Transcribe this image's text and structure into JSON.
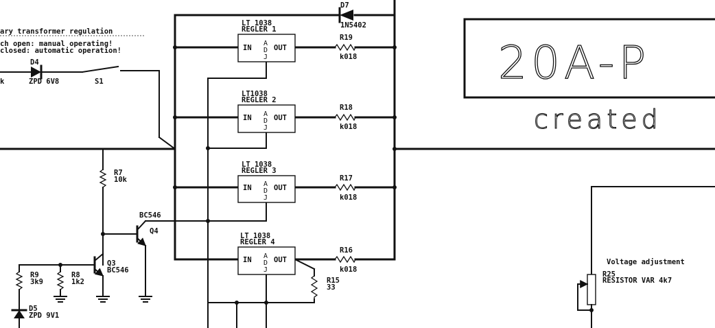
{
  "notes": {
    "title": "ary transformer regulation",
    "line1": "ch open: manual operating!",
    "line2": " closed: automatic operation!",
    "k_fragment": "k"
  },
  "regulators": [
    {
      "type": "LT 1038",
      "name": "REGLER 1",
      "in": "IN",
      "out": "OUT",
      "adj": [
        "A",
        "D",
        "J"
      ],
      "res_ref": "R19",
      "res_val": "k018"
    },
    {
      "type": "LT1038",
      "name": "REGLER 2",
      "in": "IN",
      "out": "OUT",
      "adj": [
        "A",
        "D",
        "J"
      ],
      "res_ref": "R18",
      "res_val": "k018"
    },
    {
      "type": "LT 1038",
      "name": "REGLER 3",
      "in": "IN",
      "out": "OUT",
      "adj": [
        "A",
        "D",
        "J"
      ],
      "res_ref": "R17",
      "res_val": "k018"
    },
    {
      "type": "LT 1038",
      "name": "REGLER 4",
      "in": "IN",
      "out": "OUT",
      "adj": [
        "A",
        "D",
        "J"
      ],
      "res_ref": "R16",
      "res_val": "k018"
    }
  ],
  "components": {
    "d7": {
      "ref": "D7",
      "val": "1N5402"
    },
    "d4": {
      "ref": "D4",
      "val": "ZPD 6V8"
    },
    "s1": {
      "ref": "S1"
    },
    "r7": {
      "ref": "R7",
      "val": "10k"
    },
    "q4": {
      "ref": "Q4",
      "val": "BC546"
    },
    "q3": {
      "ref": "Q3",
      "val": "BC546"
    },
    "r9": {
      "ref": "R9",
      "val": "3k9"
    },
    "r8": {
      "ref": "R8",
      "val": "1k2"
    },
    "d5": {
      "ref": "D5",
      "val": "ZPD 9V1"
    },
    "r15": {
      "ref": "R15",
      "val": "33"
    },
    "r25": {
      "ref": "R25",
      "val": "RESISTOR VAR 4k7"
    }
  },
  "voltage_label": "Voltage adjustment",
  "title_block": {
    "title": "20A-P",
    "subtitle": "created"
  }
}
